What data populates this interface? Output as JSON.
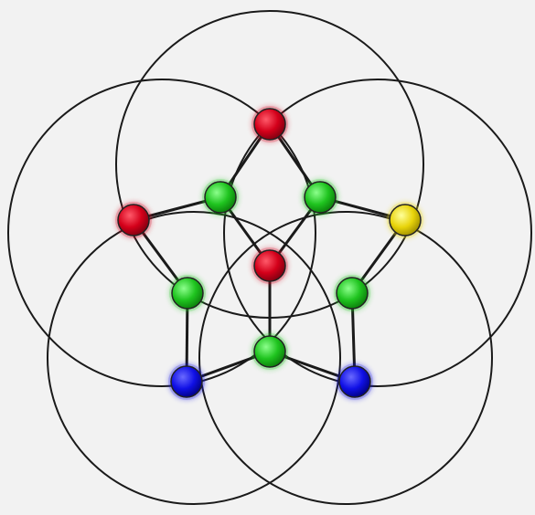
{
  "diagram": {
    "background_color": "#f2f2f2",
    "circle_stroke_color": "#1a1a1a",
    "edge_color": "#1a1a1a",
    "node_colors": {
      "red": "#d4001a",
      "green": "#1fc41f",
      "yellow": "#e8d40a",
      "blue": "#1010e6"
    },
    "circles": [
      {
        "id": "circle-top"
      },
      {
        "id": "circle-upper-left"
      },
      {
        "id": "circle-upper-right"
      },
      {
        "id": "circle-lower-left"
      },
      {
        "id": "circle-lower-right"
      }
    ],
    "nodes": [
      {
        "id": "n-top",
        "color": "red"
      },
      {
        "id": "n-left",
        "color": "red"
      },
      {
        "id": "n-center",
        "color": "red"
      },
      {
        "id": "n-right",
        "color": "yellow"
      },
      {
        "id": "n-g-upper-left",
        "color": "green"
      },
      {
        "id": "n-g-upper-right",
        "color": "green"
      },
      {
        "id": "n-g-mid-left",
        "color": "green"
      },
      {
        "id": "n-g-mid-right",
        "color": "green"
      },
      {
        "id": "n-g-bottom",
        "color": "green"
      },
      {
        "id": "n-blue-left",
        "color": "blue"
      },
      {
        "id": "n-blue-right",
        "color": "blue"
      }
    ],
    "edges": [
      [
        "n-top",
        "n-g-upper-left"
      ],
      [
        "n-top",
        "n-g-upper-right"
      ],
      [
        "n-left",
        "n-g-upper-left"
      ],
      [
        "n-left",
        "n-g-mid-left"
      ],
      [
        "n-g-upper-left",
        "n-center"
      ],
      [
        "n-g-upper-right",
        "n-center"
      ],
      [
        "n-g-upper-right",
        "n-right"
      ],
      [
        "n-right",
        "n-g-mid-right"
      ],
      [
        "n-center",
        "n-g-bottom"
      ],
      [
        "n-g-mid-left",
        "n-blue-left"
      ],
      [
        "n-g-mid-right",
        "n-blue-right"
      ],
      [
        "n-blue-left",
        "n-g-bottom"
      ],
      [
        "n-g-bottom",
        "n-blue-right"
      ]
    ]
  }
}
